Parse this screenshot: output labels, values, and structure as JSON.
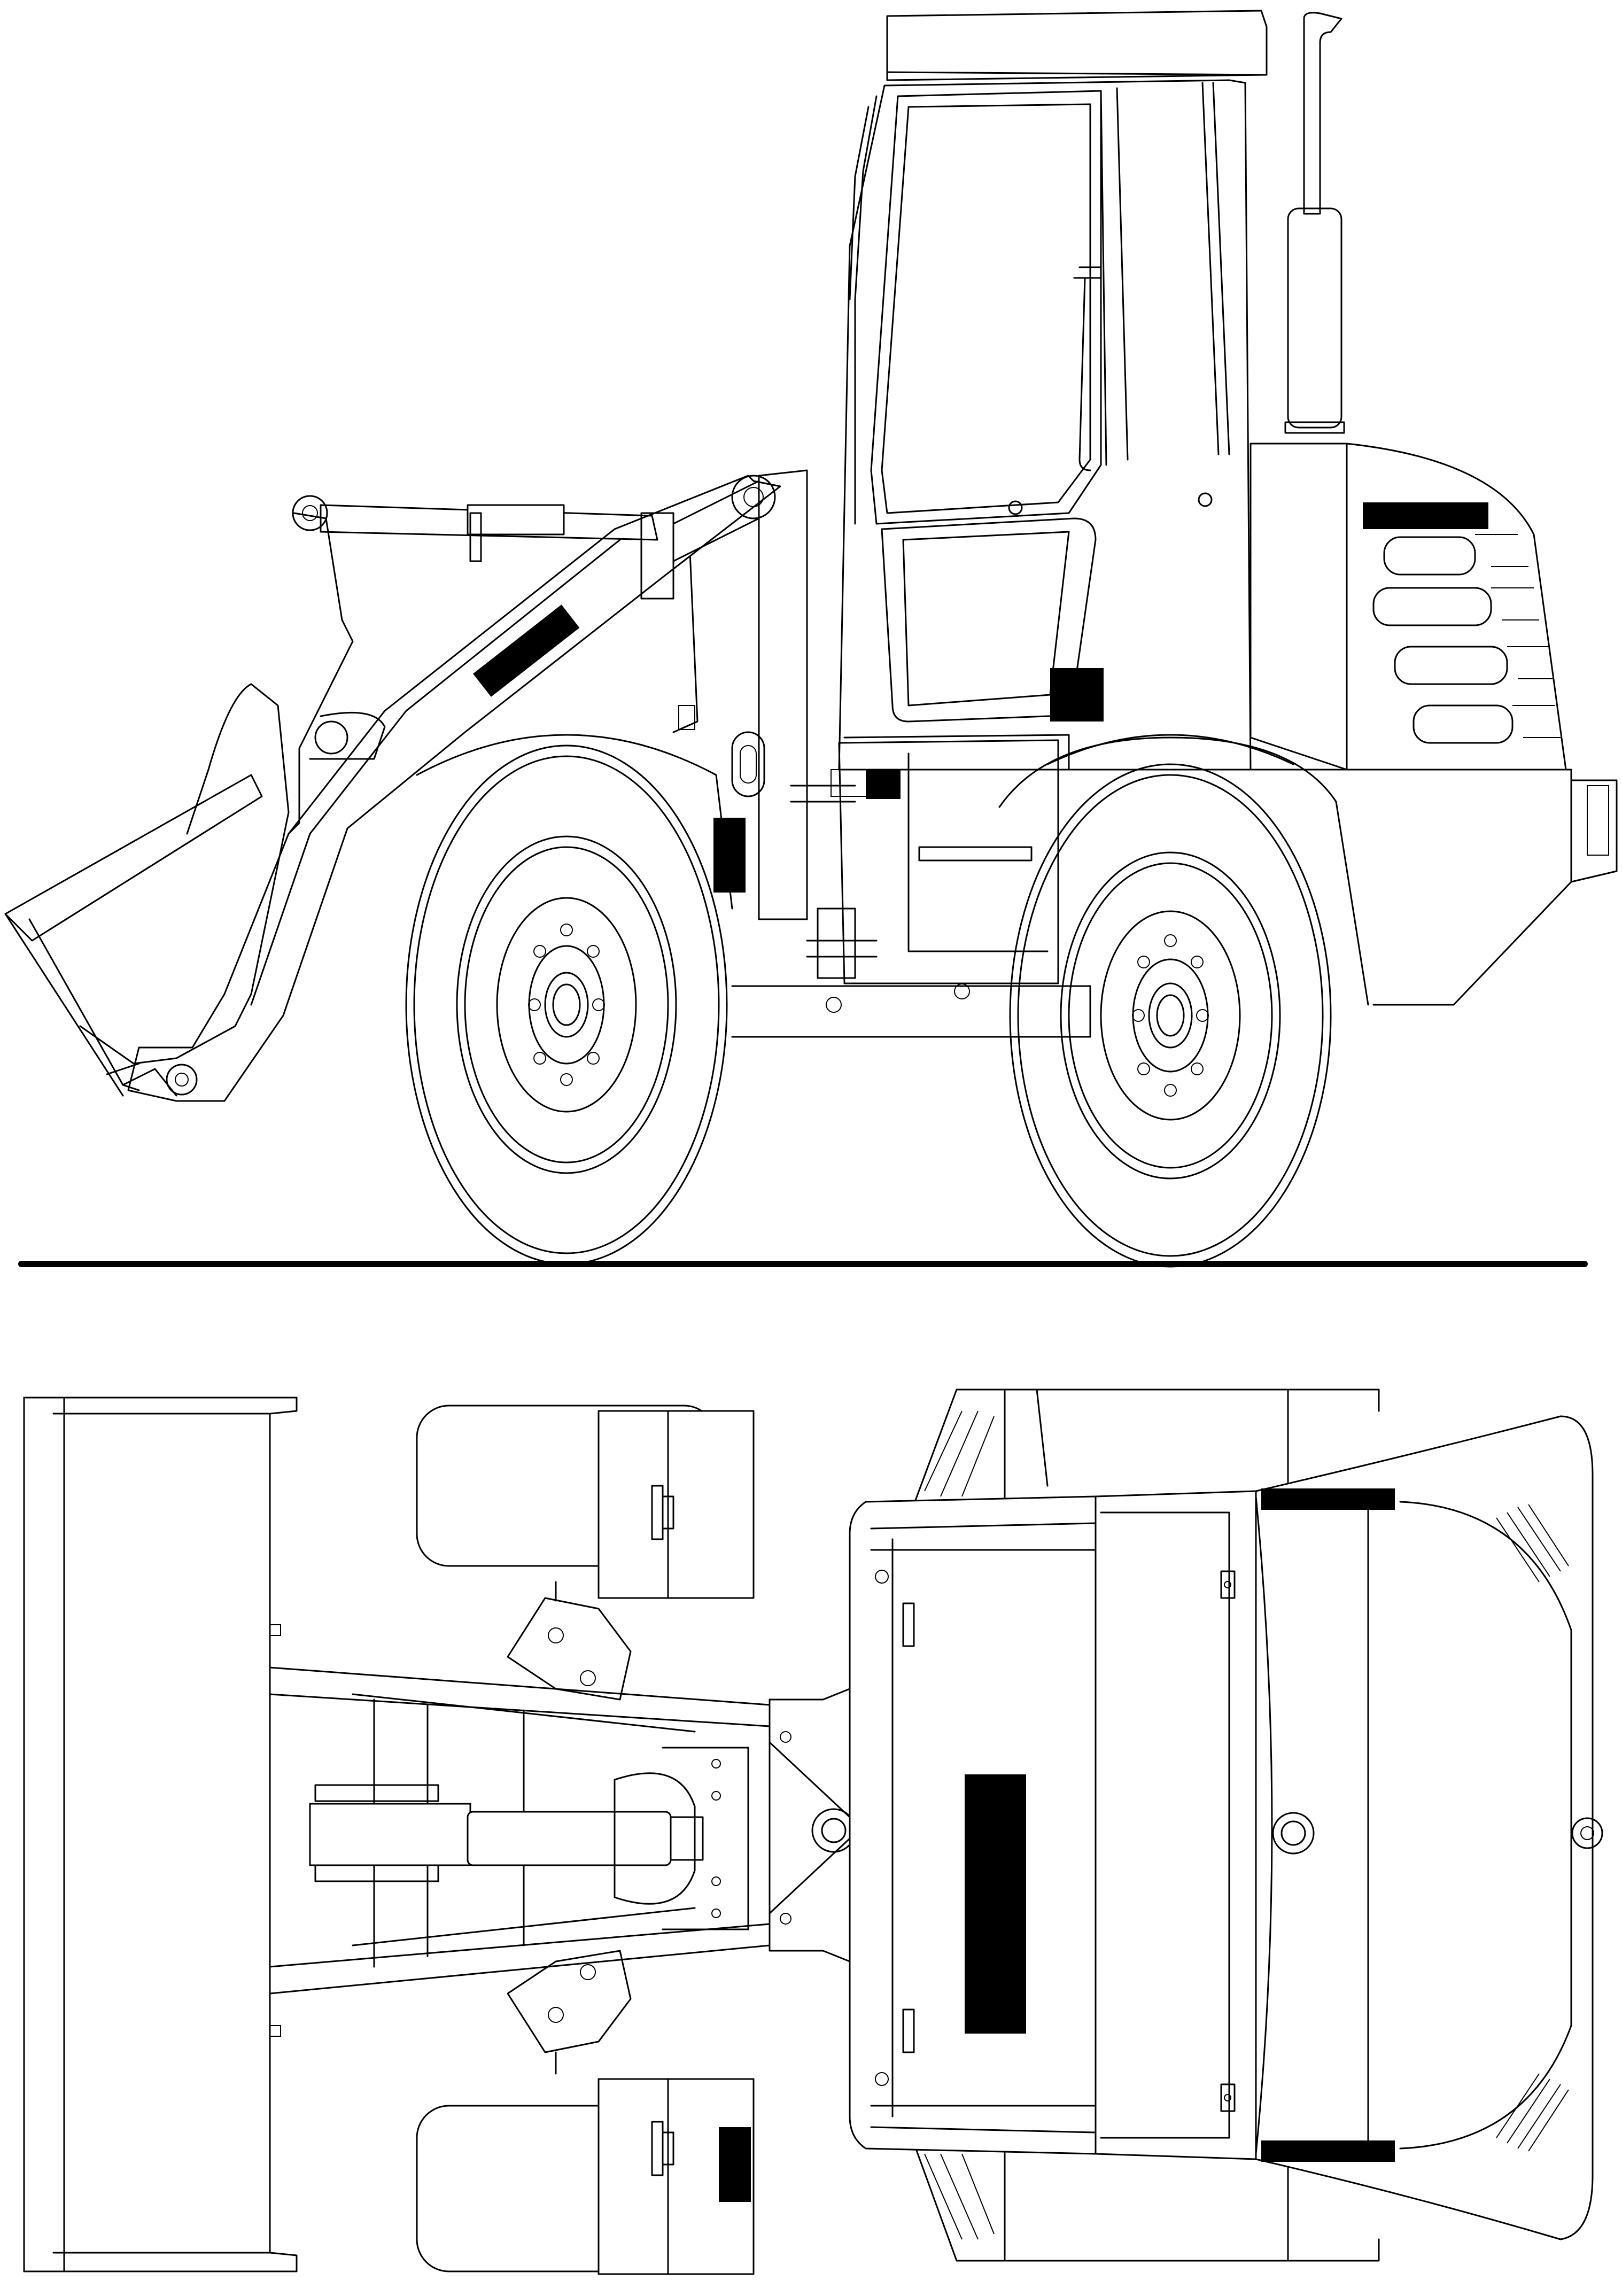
{
  "drawing": {
    "subject": "wheel-loader",
    "views": [
      "side-elevation",
      "top-plan"
    ],
    "line_color": "#000000",
    "background_color": "#ffffff"
  }
}
